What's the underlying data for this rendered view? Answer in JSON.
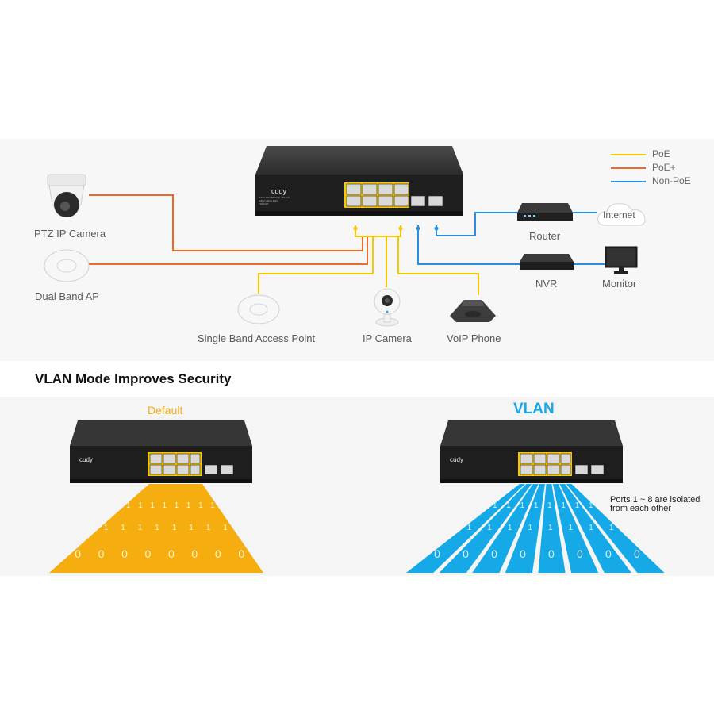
{
  "colors": {
    "poe": "#f5c800",
    "poe_plus": "#ee6a27",
    "non_poe": "#2a8fe0",
    "default_accent": "#f5ad10",
    "vlan_accent": "#15a9e8"
  },
  "legend": [
    {
      "label": "PoE",
      "color": "#f5c800"
    },
    {
      "label": "PoE+",
      "color": "#ee6a27"
    },
    {
      "label": "Non-PoE",
      "color": "#2a8fe0"
    }
  ],
  "switch": {
    "brand": "cudy",
    "caption_line1": "8-Port 10/100M PoE+ Switch",
    "caption_line2": "with 2 Uplink Ports",
    "model": "FS1010P"
  },
  "devices": {
    "ptz_camera": "PTZ IP Camera",
    "dual_band_ap": "Dual Band AP",
    "single_band_ap": "Single Band Access Point",
    "ip_camera": "IP Camera",
    "voip_phone": "VoIP Phone",
    "router": "Router",
    "internet": "Internet",
    "nvr": "NVR",
    "monitor": "Monitor"
  },
  "vlan_section": {
    "title": "VLAN Mode Improves Security",
    "default_label": "Default",
    "vlan_label": "VLAN",
    "note_line1": "Ports 1 ~ 8 are isolated",
    "note_line2": "from each other"
  },
  "binary_glyphs": {
    "one": "1",
    "zero": "0"
  }
}
